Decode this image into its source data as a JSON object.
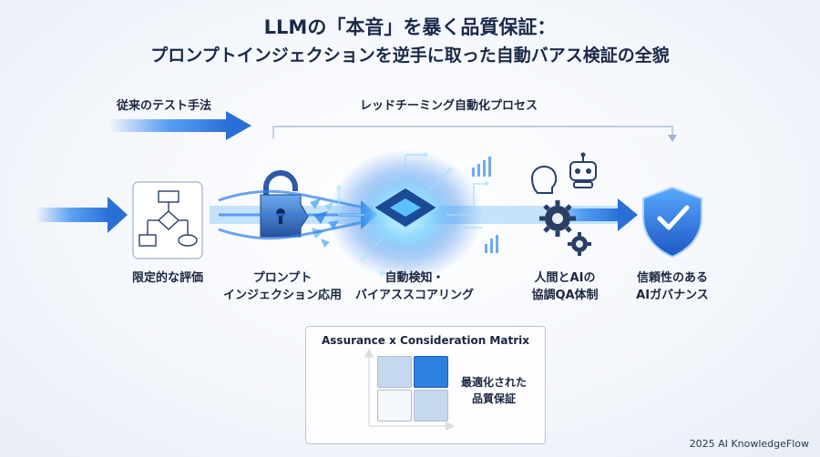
{
  "title": {
    "line1": "LLMの「本音」を暴く品質保証：",
    "line2": "プロンプトインジェクションを逆手に取った自動バアス検証の全貌"
  },
  "traditional_label": "従来のテスト手法",
  "redteam_label": "レッドチーミング自動化プロセス",
  "stages": [
    {
      "label_lines": [
        "限定的な評価"
      ]
    },
    {
      "label_lines": [
        "プロンプト",
        "インジェクション応用"
      ]
    },
    {
      "label_lines": [
        "自動検知・",
        "バイアススコアリング"
      ]
    },
    {
      "label_lines": [
        "人間とAIの",
        "協調QA体制"
      ]
    },
    {
      "label_lines": [
        "信頼性のある",
        "AIガバナンス"
      ]
    }
  ],
  "matrix": {
    "title": "Assurance x Consideration Matrix",
    "note_lines": [
      "最適化された",
      "品質保証"
    ]
  },
  "footer": "2025 AI KnowledgeFlow",
  "colors": {
    "accent": "#2f7fe8",
    "glow": "#5cc2ff",
    "dark_blue": "#1f4f9c",
    "matrix_highlight": "#2d7fe0",
    "matrix_light": "#c5d8ef"
  },
  "icons": [
    "flowchart-icon",
    "padlock-icon",
    "chip-icon",
    "human-head-icon",
    "robot-icon",
    "gear-icon",
    "shield-check-icon"
  ]
}
